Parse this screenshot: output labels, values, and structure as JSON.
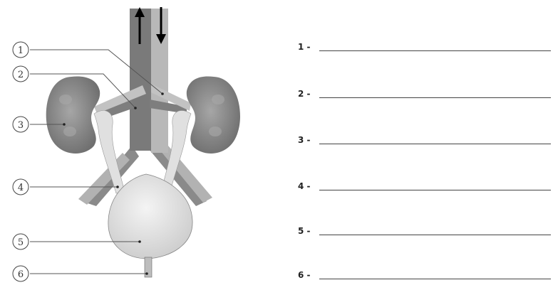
{
  "callouts": [
    {
      "num": "1"
    },
    {
      "num": "2"
    },
    {
      "num": "3"
    },
    {
      "num": "4"
    },
    {
      "num": "5"
    },
    {
      "num": "6"
    }
  ],
  "answers": [
    {
      "label": "1 -",
      "value": ""
    },
    {
      "label": "2 -",
      "value": ""
    },
    {
      "label": "3 -",
      "value": ""
    },
    {
      "label": "4 -",
      "value": ""
    },
    {
      "label": "5 -",
      "value": ""
    },
    {
      "label": "6 -",
      "value": ""
    }
  ],
  "colors": {
    "kidney": "#8d8d8d",
    "vessel_dark": "#7a7a7a",
    "vein_light": "#b4b4b4",
    "ureter": "#dedede",
    "bladder": "#e6e6e6",
    "outline": "#333333"
  }
}
